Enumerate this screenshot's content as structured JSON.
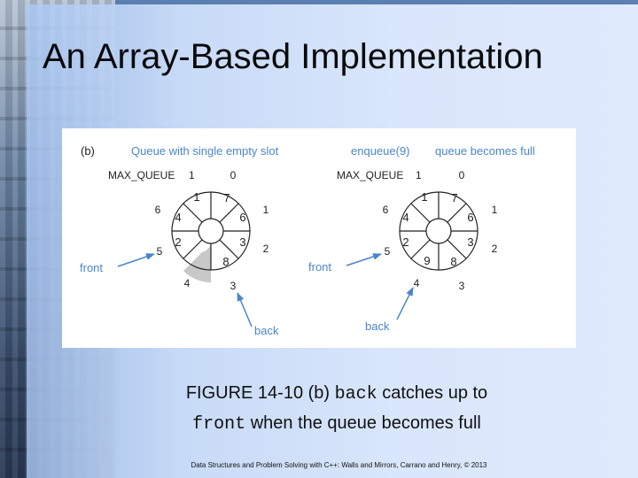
{
  "slide": {
    "title": "An Array-Based Implementation",
    "caption": {
      "line1_prefix": "FIGURE 14-10 (b) ",
      "line1_code": "back",
      "line1_suffix": " catches up to",
      "line2_code": "front",
      "line2_suffix": " when the queue becomes full"
    },
    "footer": "Data Structures and Problem Solving with C++: Walls and Mirrors, Carrano and Henry, © 2013"
  },
  "figure": {
    "part_label": "(b)",
    "max_queue_label": "MAX_QUEUE",
    "colors": {
      "accent": "#4a86c8",
      "line": "#222222",
      "shade": "#c8c8c8"
    },
    "left": {
      "heading": "Queue with single empty slot",
      "max_queue_index": "1",
      "slot_labels": [
        "0",
        "1",
        "2",
        "3",
        "4",
        "5",
        "6"
      ],
      "cell_values": [
        "7",
        "6",
        "3",
        "8",
        "",
        "2",
        "4",
        "1"
      ],
      "shaded_slot": 4,
      "front_label": "front",
      "back_label": "back"
    },
    "right": {
      "heading_code": "enqueue(9)",
      "heading_text": "queue becomes full",
      "max_queue_index": "1",
      "slot_labels": [
        "0",
        "1",
        "2",
        "3",
        "4",
        "5",
        "6"
      ],
      "cell_values": [
        "7",
        "6",
        "3",
        "8",
        "9",
        "2",
        "4",
        "1"
      ],
      "front_label": "front",
      "back_label": "back"
    }
  }
}
